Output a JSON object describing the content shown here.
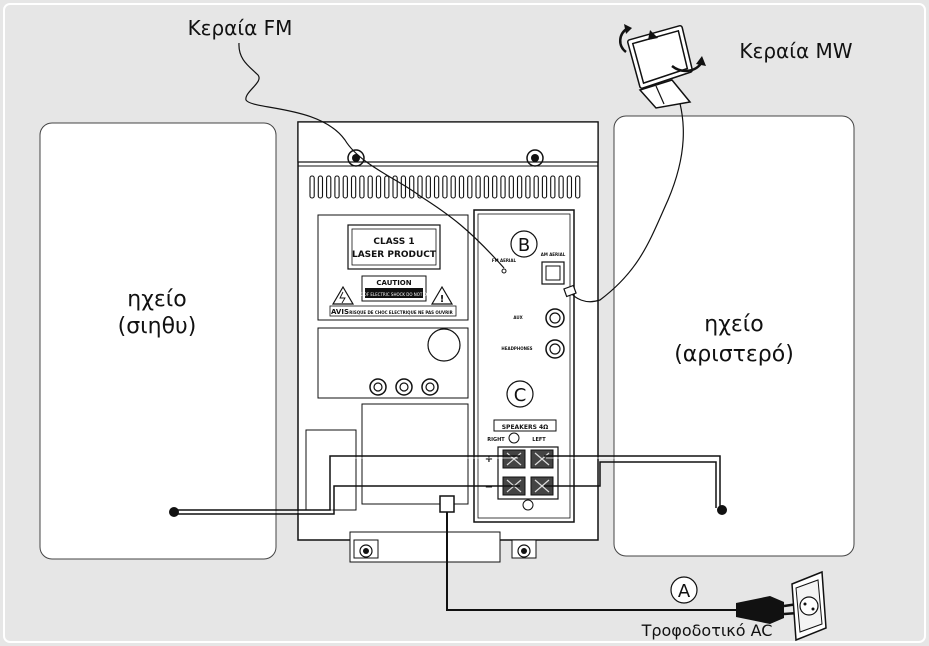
{
  "labels": {
    "fm_antenna": "Κεραία FM",
    "mw_antenna": "Κεραία MW",
    "speaker_right_line1": "ηχείο",
    "speaker_right_line2": "(σιηθυ)",
    "speaker_left_line1": "ηχείο",
    "speaker_left_line2": "(αριστερό)",
    "ac_power": "Τροφοδοτικό AC"
  },
  "markers": {
    "a": "A",
    "b": "B",
    "c": "C"
  },
  "panel": {
    "class1_line1": "CLASS 1",
    "class1_line2": "LASER PRODUCT",
    "caution": "CAUTION",
    "caution_sub": "RISK OF ELECTRIC SHOCK DO NOT OPEN",
    "avis": "AVIS",
    "avis_text": "RISQUE DE CHOC ELECTRIQUE NE PAS OUVRIR",
    "fm_aerial": "FM AERIAL",
    "am_aerial": "AM AERIAL",
    "aux": "AUX",
    "headphones": "HEADPHONES",
    "speakers": "SPEAKERS 4Ω",
    "right": "RIGHT",
    "left": "LEFT",
    "plus": "+",
    "minus": "−"
  },
  "colors": {
    "background": "#e6e6e6",
    "box": "#ffffff",
    "line": "#111111"
  }
}
